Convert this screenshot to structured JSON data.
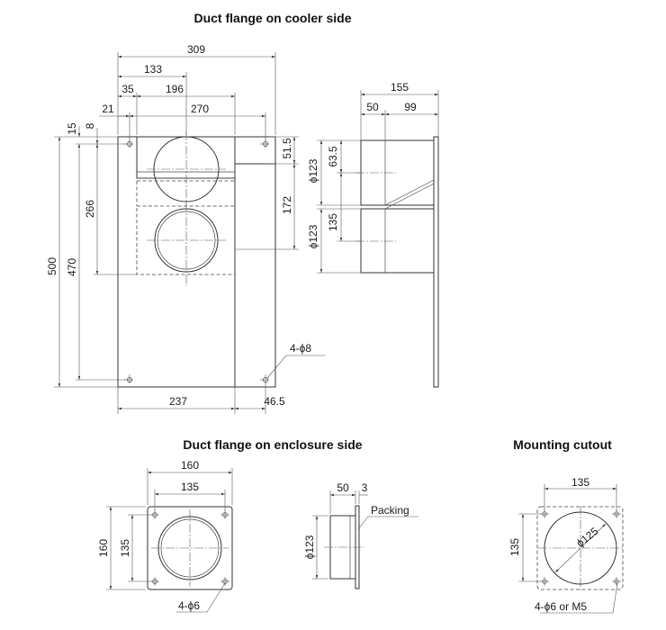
{
  "titles": {
    "cooler_side": "Duct flange on cooler side",
    "enclosure_side": "Duct flange on enclosure side",
    "mounting_cutout": "Mounting cutout"
  },
  "cooler_side": {
    "dims": {
      "w309": "309",
      "w133": "133",
      "w35": "35",
      "w196": "196",
      "w21": "21",
      "w270": "270",
      "h15": "15",
      "h8": "8",
      "h266": "266",
      "h500": "500",
      "h470": "470",
      "h51_5": "51.5",
      "h172": "172",
      "w237": "237",
      "w46_5": "46.5"
    },
    "hole_callout": "4-ϕ8"
  },
  "cooler_profile": {
    "dims": {
      "w155": "155",
      "w50": "50",
      "w99": "99",
      "d123_top": "ϕ123",
      "h63_5": "63.5",
      "h135": "135",
      "d123_bottom": "ϕ123"
    }
  },
  "enclosure_side": {
    "dims": {
      "w160": "160",
      "w135": "135",
      "h160": "160",
      "h135": "135"
    },
    "hole_callout": "4-ϕ6"
  },
  "enclosure_profile": {
    "dims": {
      "w50": "50",
      "w3": "3",
      "d123": "ϕ123"
    },
    "packing_label": "Packing"
  },
  "mounting_cutout": {
    "dims": {
      "w135": "135",
      "h135": "135",
      "d125": "ϕ125"
    },
    "hole_callout": "4-ϕ6 or M5"
  }
}
